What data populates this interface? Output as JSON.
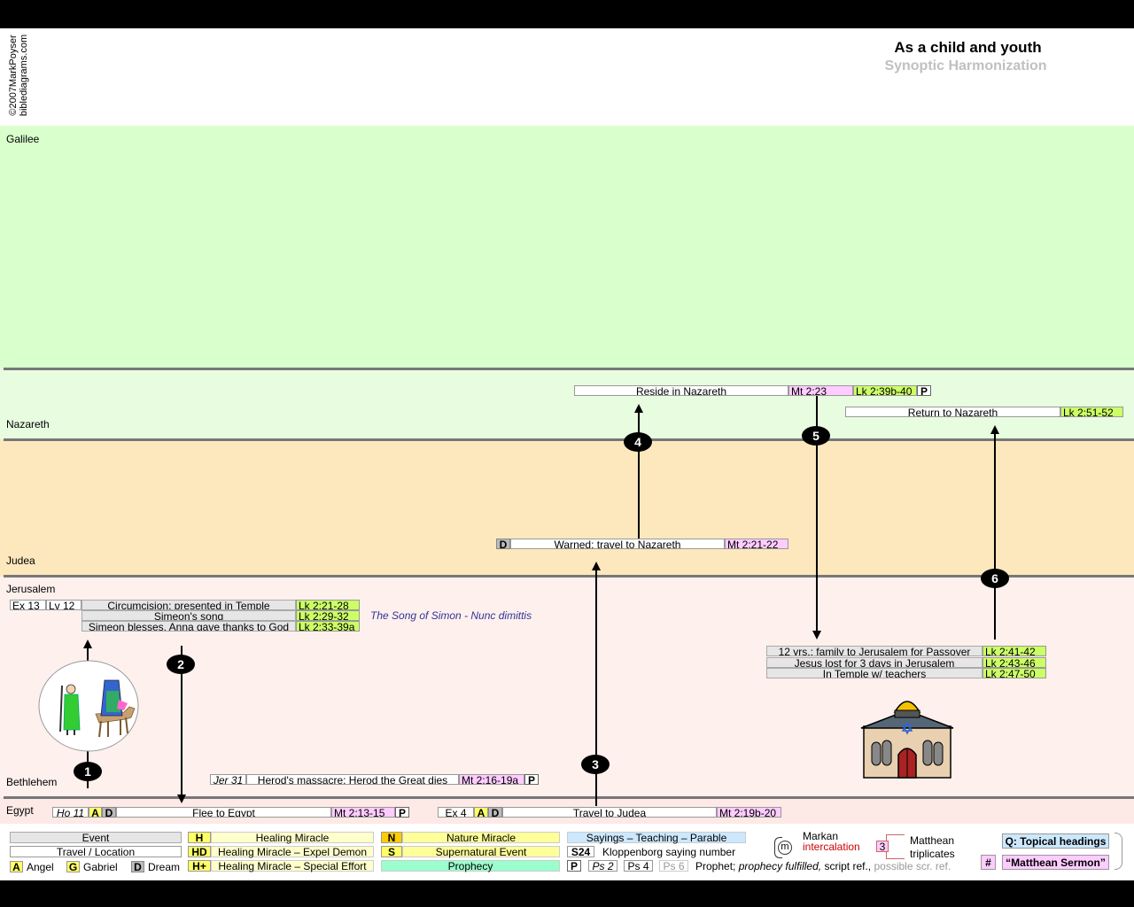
{
  "header": {
    "title": "As a child and youth",
    "subtitle": "Synoptic Harmonization",
    "copyright": "©2007MarkPoyser",
    "website": "biblediagrams.com"
  },
  "regions": {
    "galilee": "Galilee",
    "nazareth": "Nazareth",
    "judea": "Judea",
    "jerusalem": "Jerusalem",
    "bethlehem": "Bethlehem",
    "egypt": "Egypt"
  },
  "events": {
    "reside": {
      "label": "Reside in Nazareth",
      "mt": "Mt 2:23",
      "lk": "Lk 2:39b-40",
      "p": "P"
    },
    "return": {
      "label": "Return to Nazareth",
      "lk": "Lk 2:51-52"
    },
    "warned": {
      "tag": "D",
      "label": "Warned; travel to Nazareth",
      "mt": "Mt 2:21-22"
    },
    "circumcision": {
      "ot1": "Ex 13",
      "ot2": "Lv 12",
      "label": "Circumcision; presented in Temple",
      "lk": "Lk 2:21-28"
    },
    "simeon_song": {
      "label": "Simeon's song",
      "lk": "Lk 2:29-32"
    },
    "simeon_bless": {
      "label": "Simeon blesses, Anna gave thanks to  God",
      "lk": "Lk 2:33-39a"
    },
    "song_title": "The Song of Simon - Nunc dimittis",
    "twelve": {
      "label": "12 yrs.; family to Jerusalem for Passover",
      "lk": "Lk 2:41-42"
    },
    "lost": {
      "label": "Jesus lost for 3 days in Jerusalem",
      "lk": "Lk 2:43-46"
    },
    "temple": {
      "label": "In Temple w/ teachers",
      "lk": "Lk 2:47-50"
    },
    "massacre": {
      "ot": "Jer 31",
      "label": "Herod's massacre; Herod the Great dies",
      "mt": "Mt 2:16-19a",
      "p": "P"
    },
    "flee": {
      "ot": "Ho 11",
      "a": "A",
      "d": "D",
      "label": "Flee to Egypt",
      "mt": "Mt 2:13-15",
      "p": "P"
    },
    "judea_travel": {
      "ot": "Ex 4",
      "a": "A",
      "d": "D",
      "label": "Travel to Judea",
      "mt": "Mt 2:19b-20"
    }
  },
  "steps": [
    "1",
    "2",
    "3",
    "4",
    "5",
    "6"
  ],
  "legend": {
    "event": "Event",
    "travel": "Travel / Location",
    "angel_tag": "A",
    "angel": "Angel",
    "gabriel_tag": "G",
    "gabriel": "Gabriel",
    "dream_tag": "D",
    "dream": "Dream",
    "h_tag": "H",
    "h": "Healing Miracle",
    "hd_tag": "HD",
    "hd": "Healing Miracle – Expel Demon",
    "hplus_tag": "H+",
    "hplus": "Healing Miracle – Special Effort",
    "n_tag": "N",
    "n": "Nature Miracle",
    "s_tag": "S",
    "s": "Supernatural Event",
    "prophecy": "Prophecy",
    "sayings": "Sayings – Teaching – Parable",
    "s24_tag": "S24",
    "s24": "Kloppenborg saying number",
    "p_tag": "P",
    "ps2": "Ps 2",
    "ps4": "Ps 4",
    "ps6": "Ps 6",
    "prophet1": "Prophet;",
    "prophet2": "prophecy fulfilled,",
    "prophet3": "script ref.,",
    "prophet4": "possible scr. ref.",
    "markan_m": "m",
    "markan1": "Markan",
    "markan2": "intercalation",
    "triplicate_num": "3",
    "matthean1": "Matthean",
    "matthean2": "triplicates",
    "topical": "Q: Topical headings",
    "sermon_tag": "#",
    "sermon": "“Matthean Sermon”"
  }
}
